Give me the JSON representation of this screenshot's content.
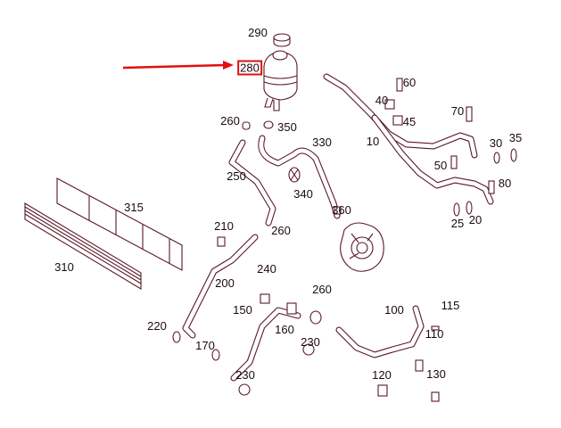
{
  "diagram": {
    "highlighted_part": "280",
    "highlight_color": "#e01010",
    "line_color": "#5a1828",
    "labels": [
      {
        "text": "290"
      },
      {
        "text": "280"
      },
      {
        "text": "260"
      },
      {
        "text": "350"
      },
      {
        "text": "330"
      },
      {
        "text": "250"
      },
      {
        "text": "340"
      },
      {
        "text": "315"
      },
      {
        "text": "360"
      },
      {
        "text": "10"
      },
      {
        "text": "60"
      },
      {
        "text": "40"
      },
      {
        "text": "45"
      },
      {
        "text": "70"
      },
      {
        "text": "30"
      },
      {
        "text": "35"
      },
      {
        "text": "50"
      },
      {
        "text": "80"
      },
      {
        "text": "25"
      },
      {
        "text": "20"
      },
      {
        "text": "210"
      },
      {
        "text": "260"
      },
      {
        "text": "310"
      },
      {
        "text": "240"
      },
      {
        "text": "200"
      },
      {
        "text": "260"
      },
      {
        "text": "150"
      },
      {
        "text": "100"
      },
      {
        "text": "115"
      },
      {
        "text": "220"
      },
      {
        "text": "160"
      },
      {
        "text": "230"
      },
      {
        "text": "110"
      },
      {
        "text": "170"
      },
      {
        "text": "230"
      },
      {
        "text": "120"
      },
      {
        "text": "130"
      }
    ]
  }
}
